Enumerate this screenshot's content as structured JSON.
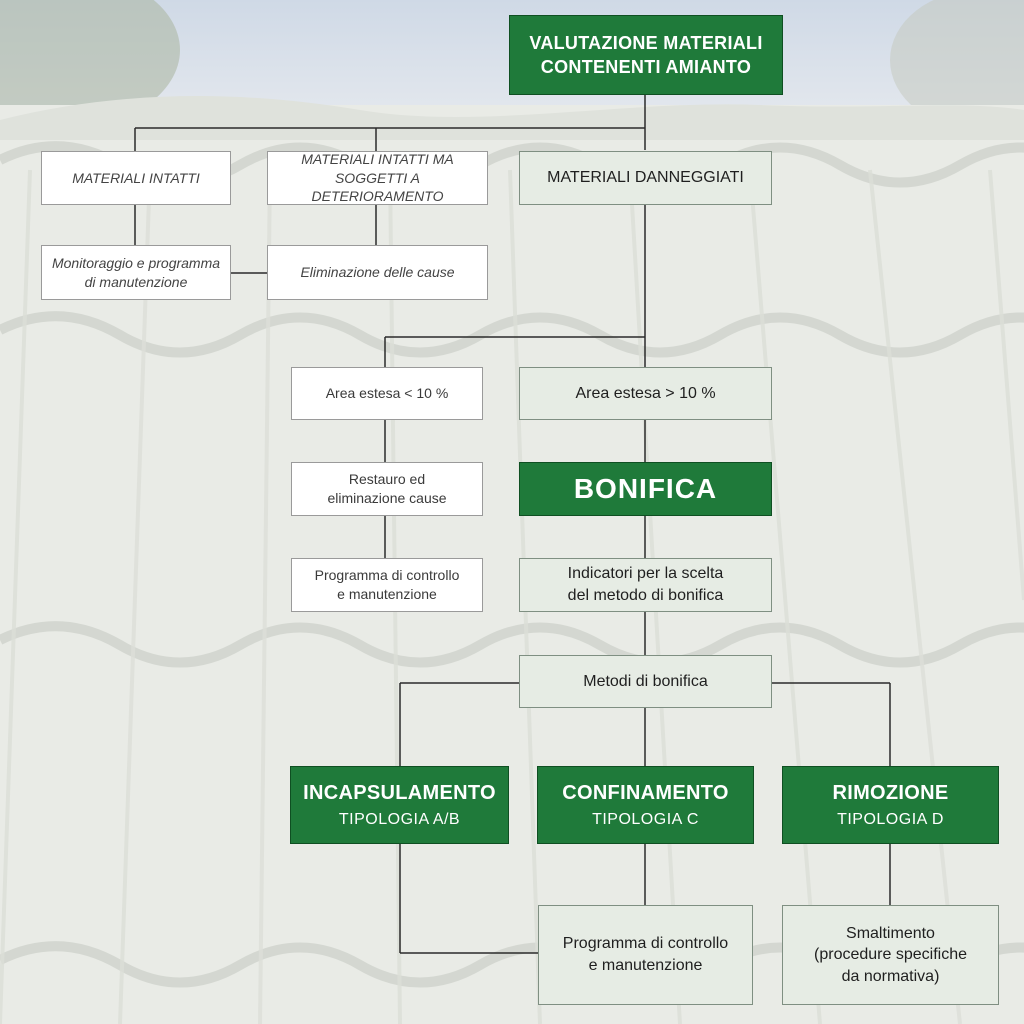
{
  "colors": {
    "green": "#1f7a3a",
    "light_box": "#e6ece4",
    "white_box": "#ffffff",
    "connector": "#2b2b2b"
  },
  "root": {
    "line1": "VALUTAZIONE MATERIALI",
    "line2": "CONTENENTI AMIANTO"
  },
  "intact": {
    "label": "MATERIALI INTATTI"
  },
  "intact_deteriorating": {
    "line1": "MATERIALI INTATTI MA",
    "line2": "SOGGETTI A DETERIORAMENTO"
  },
  "damaged": {
    "label": "MATERIALI DANNEGGIATI"
  },
  "monitoring": {
    "line1": "Monitoraggio e programma",
    "line2": "di manutenzione"
  },
  "cause_removal": {
    "label": "Eliminazione delle cause"
  },
  "area_small": {
    "label": "Area estesa < 10 %"
  },
  "area_large": {
    "label": "Area estesa > 10 %"
  },
  "restoration": {
    "line1": "Restauro ed",
    "line2": "eliminazione cause"
  },
  "control_program_small": {
    "line1": "Programma di controllo",
    "line2": "e manutenzione"
  },
  "bonifica": {
    "label": "BONIFICA"
  },
  "indicators": {
    "line1": "Indicatori per la scelta",
    "line2": "del metodo di bonifica"
  },
  "methods": {
    "label": "Metodi di bonifica"
  },
  "encapsulation": {
    "title": "INCAPSULAMENTO",
    "subtitle": "TIPOLOGIA A/B"
  },
  "confinement": {
    "title": "CONFINAMENTO",
    "subtitle": "TIPOLOGIA C"
  },
  "removal": {
    "title": "RIMOZIONE",
    "subtitle": "TIPOLOGIA D"
  },
  "control_program": {
    "line1": "Programma di controllo",
    "line2": "e manutenzione"
  },
  "disposal": {
    "line1": "Smaltimento",
    "line2": "(procedure specifiche",
    "line3": "da normativa)"
  }
}
